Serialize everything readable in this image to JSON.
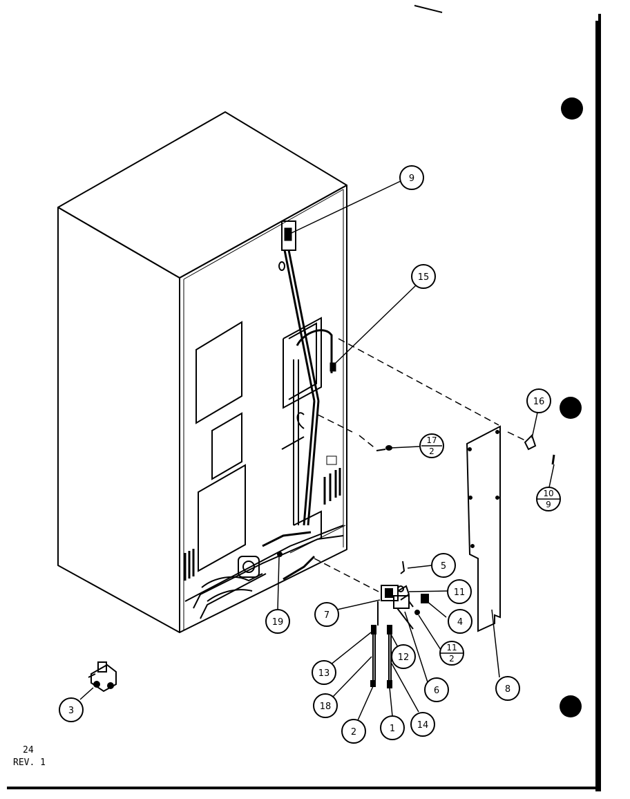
{
  "document": {
    "page_number": "24",
    "revision": "REV. 1"
  },
  "callouts": {
    "c1": "1",
    "c2": "2",
    "c3": "3",
    "c4": "4",
    "c5": "5",
    "c6": "6",
    "c7": "7",
    "c8": "8",
    "c9": "9",
    "c11": "11",
    "c12": "12",
    "c13": "13",
    "c14": "14",
    "c15": "15",
    "c16": "16",
    "c18": "18",
    "c19": "19",
    "f17_top": "17",
    "f17_bottom": "2",
    "f10_top": "10",
    "f10_bottom": "9",
    "f11_top": "11",
    "f11_bottom": "2"
  },
  "colors": {
    "ink": "#000000",
    "paper": "#ffffff"
  }
}
